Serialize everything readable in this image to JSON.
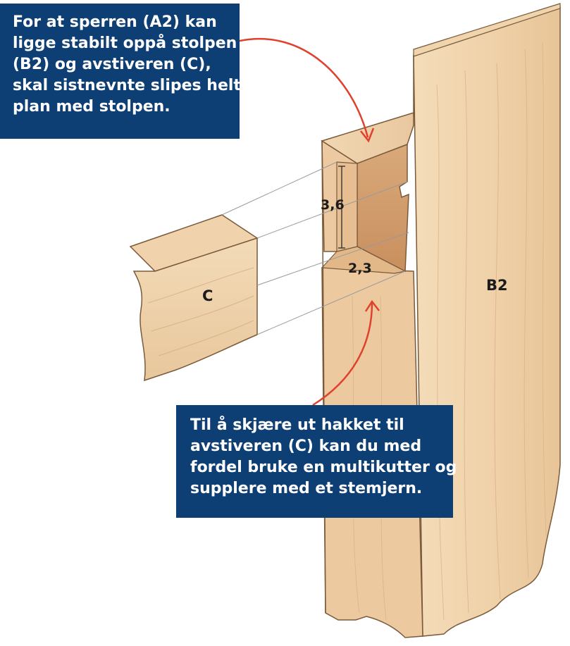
{
  "callout_top": {
    "lines": [
      "For at sperren (A2) kan",
      "ligge stabilt oppå stolpen",
      "(B2) og avstiveren (C),",
      "skal sistnevnte slipes helt",
      "plan med stolpen."
    ]
  },
  "callout_bottom": {
    "lines": [
      "Til å skjære ut hakket til",
      "avstiveren (C) kan du med",
      "fordel bruke en multikutter og",
      "supplere med et stemjern."
    ]
  },
  "labels": {
    "brace": "C",
    "post": "B2",
    "notch_depth": "3,6",
    "notch_width": "2,3"
  },
  "colors": {
    "callout_bg": "#0d3f75",
    "callout_text": "#ffffff",
    "arrow": "#e0412e",
    "wood_light": "#f3d8b3",
    "wood_mid": "#e9c398",
    "wood_dark": "#d7a676"
  }
}
